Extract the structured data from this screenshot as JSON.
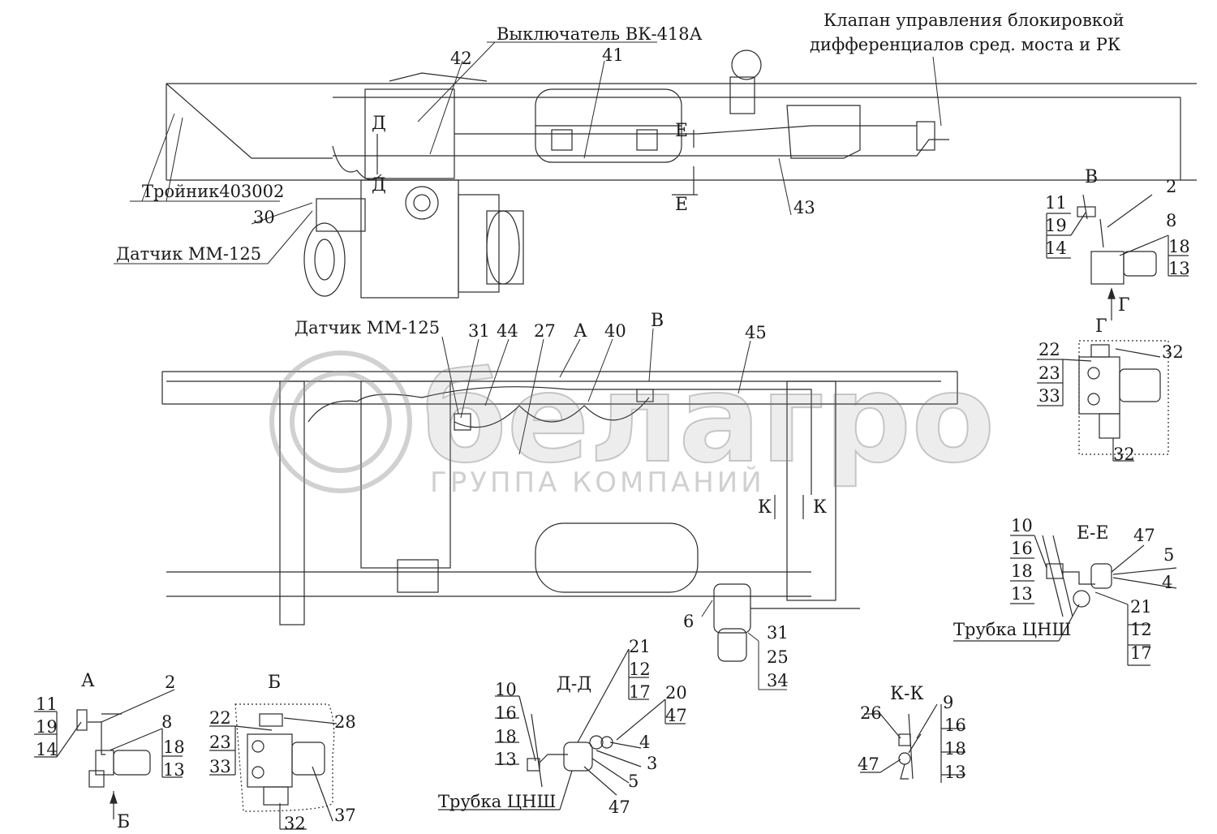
{
  "callouts": {
    "switch": "Выключатель ВК-418А",
    "valve_line1": "Клапан управления блокировкой",
    "valve_line2": "дифференциалов сред. моста и РК",
    "tee": "Тройник403002",
    "sensor_top": "Датчик ММ-125",
    "sensor_mid": "Датчик ММ-125",
    "tube_ee": "Трубка ЦНШ",
    "tube_dd": "Трубка ЦНШ"
  },
  "views": {
    "A": "А",
    "A_plan": "А",
    "B": "Б",
    "V": "В",
    "V_plan": "В",
    "G": "Г",
    "G_arrow": "Г",
    "B_arrow": "Б",
    "DD": "Д-Д",
    "EE": "Е-Е",
    "KK": "К-К",
    "E_top": "Е",
    "E_bot": "Е",
    "D_top": "Д",
    "D_bot": "Д",
    "K_left": "К",
    "K_right": "К"
  },
  "watermark": {
    "logo": "белагро",
    "text": "ГРУППА КОМПАНИЙ"
  },
  "positions": {
    "p42": "42",
    "p41": "41",
    "p43": "43",
    "p30": "30",
    "p31a": "31",
    "p44": "44",
    "p27": "27",
    "p40": "40",
    "p45": "45",
    "p6": "6",
    "p31b": "31",
    "p25": "25",
    "p34": "34",
    "v11": "11",
    "v19": "19",
    "v14": "14",
    "v2": "2",
    "v8": "8",
    "v18": "18",
    "v13": "13",
    "g22": "22",
    "g23": "23",
    "g33": "33",
    "g32a": "32",
    "g32b": "32",
    "e10": "10",
    "e16": "16",
    "e18": "18",
    "e13": "13",
    "e47": "47",
    "e5": "5",
    "e4": "4",
    "e21": "21",
    "e12": "12",
    "e17": "17",
    "a11": "11",
    "a19": "19",
    "a14": "14",
    "a2": "2",
    "a8": "8",
    "a18": "18",
    "a13": "13",
    "b22": "22",
    "b23": "23",
    "b33": "33",
    "b28": "28",
    "b32": "32",
    "b37": "37",
    "d10": "10",
    "d16": "16",
    "d18": "18",
    "d13": "13",
    "d21": "21",
    "d12": "12",
    "d17": "17",
    "d20": "20",
    "d47a": "47",
    "d4": "4",
    "d3": "3",
    "d5": "5",
    "d47b": "47",
    "k26": "26",
    "k47": "47",
    "k9": "9",
    "k16": "16",
    "k18": "18",
    "k13": "13"
  },
  "colors": {
    "line": "#2a2a2a",
    "paper": "#ffffff",
    "watermark": "#8c8c8c"
  }
}
